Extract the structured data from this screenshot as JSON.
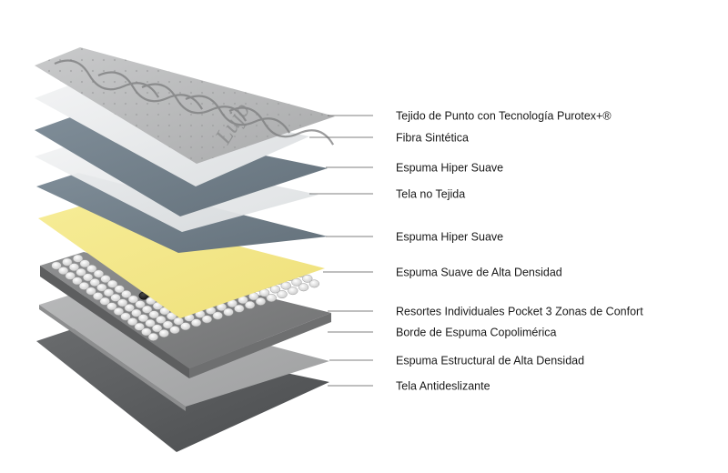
{
  "layers": [
    {
      "label": "Tejido de Punto con Tecnología Purotex+®"
    },
    {
      "label": "Fibra Sintética"
    },
    {
      "label": "Espuma Hiper Suave"
    },
    {
      "label": "Tela no Tejida"
    },
    {
      "label": "Espuma Hiper Suave"
    },
    {
      "label": "Espuma Suave de Alta Densidad"
    },
    {
      "label": "Resortes Individuales Pocket 3 Zonas de Confort"
    },
    {
      "label": "Borde de Espuma Copolimérica"
    },
    {
      "label": "Espuma Estructural de Alta Densidad"
    },
    {
      "label": "Tela Antideslizante"
    }
  ],
  "cover_brand": "Lujo"
}
